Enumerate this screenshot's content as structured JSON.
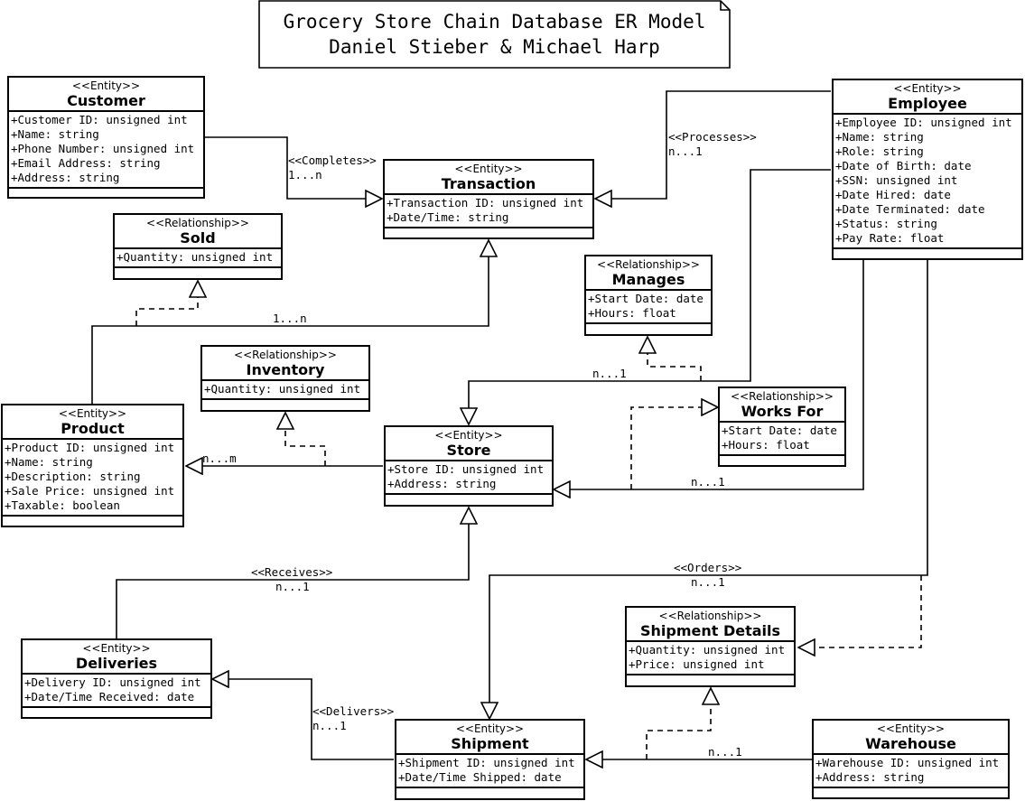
{
  "title": {
    "line1": "Grocery Store Chain Database ER Model",
    "line2": "Daniel Stieber & Michael Harp"
  },
  "entities": {
    "customer": {
      "stereotype": "<<Entity>>",
      "name": "Customer",
      "attributes": [
        "+Customer ID: unsigned int",
        "+Name: string",
        "+Phone Number: unsigned int",
        "+Email Address: string",
        "+Address: string"
      ]
    },
    "transaction": {
      "stereotype": "<<Entity>>",
      "name": "Transaction",
      "attributes": [
        "+Transaction ID: unsigned int",
        "+Date/Time: string"
      ]
    },
    "employee": {
      "stereotype": "<<Entity>>",
      "name": "Employee",
      "attributes": [
        "+Employee ID: unsigned int",
        "+Name: string",
        "+Role: string",
        "+Date of Birth: date",
        "+SSN: unsigned int",
        "+Date Hired: date",
        "+Date Terminated: date",
        "+Status: string",
        "+Pay Rate: float"
      ]
    },
    "product": {
      "stereotype": "<<Entity>>",
      "name": "Product",
      "attributes": [
        "+Product ID: unsigned int",
        "+Name: string",
        "+Description: string",
        "+Sale Price: unsigned int",
        "+Taxable: boolean"
      ]
    },
    "store": {
      "stereotype": "<<Entity>>",
      "name": "Store",
      "attributes": [
        "+Store ID: unsigned int",
        "+Address: string"
      ]
    },
    "deliveries": {
      "stereotype": "<<Entity>>",
      "name": "Deliveries",
      "attributes": [
        "+Delivery ID: unsigned int",
        "+Date/Time Received: date"
      ]
    },
    "shipment": {
      "stereotype": "<<Entity>>",
      "name": "Shipment",
      "attributes": [
        "+Shipment ID: unsigned int",
        "+Date/Time Shipped: date"
      ]
    },
    "warehouse": {
      "stereotype": "<<Entity>>",
      "name": "Warehouse",
      "attributes": [
        "+Warehouse ID: unsigned int",
        "+Address: string"
      ]
    }
  },
  "relationships": {
    "sold": {
      "stereotype": "<<Relationship>>",
      "name": "Sold",
      "attributes": [
        "+Quantity: unsigned int"
      ]
    },
    "inventory": {
      "stereotype": "<<Relationship>>",
      "name": "Inventory",
      "attributes": [
        "+Quantity: unsigned int"
      ]
    },
    "manages": {
      "stereotype": "<<Relationship>>",
      "name": "Manages",
      "attributes": [
        "+Start Date: date",
        "+Hours: float"
      ]
    },
    "works_for": {
      "stereotype": "<<Relationship>>",
      "name": "Works For",
      "attributes": [
        "+Start Date: date",
        "+Hours: float"
      ]
    },
    "shipment_details": {
      "stereotype": "<<Relationship>>",
      "name": "Shipment Details",
      "attributes": [
        "+Quantity: unsigned int",
        "+Price: unsigned int"
      ]
    }
  },
  "edge_labels": {
    "completes": "<<Completes>>",
    "completes_mult": "1...n",
    "processes": "<<Processes>>",
    "processes_mult": "n...1",
    "sold_mult": "1...n",
    "manages_mult": "n...1",
    "inventory_mult": "n...m",
    "works_for_mult": "n...1",
    "receives": "<<Receives>>",
    "receives_mult": "n...1",
    "orders": "<<Orders>>",
    "orders_mult": "n...1",
    "delivers": "<<Delivers>>",
    "delivers_mult": "n...1",
    "warehouse_mult": "n...1"
  },
  "colors": {
    "line": "#000000",
    "background": "#ffffff"
  }
}
